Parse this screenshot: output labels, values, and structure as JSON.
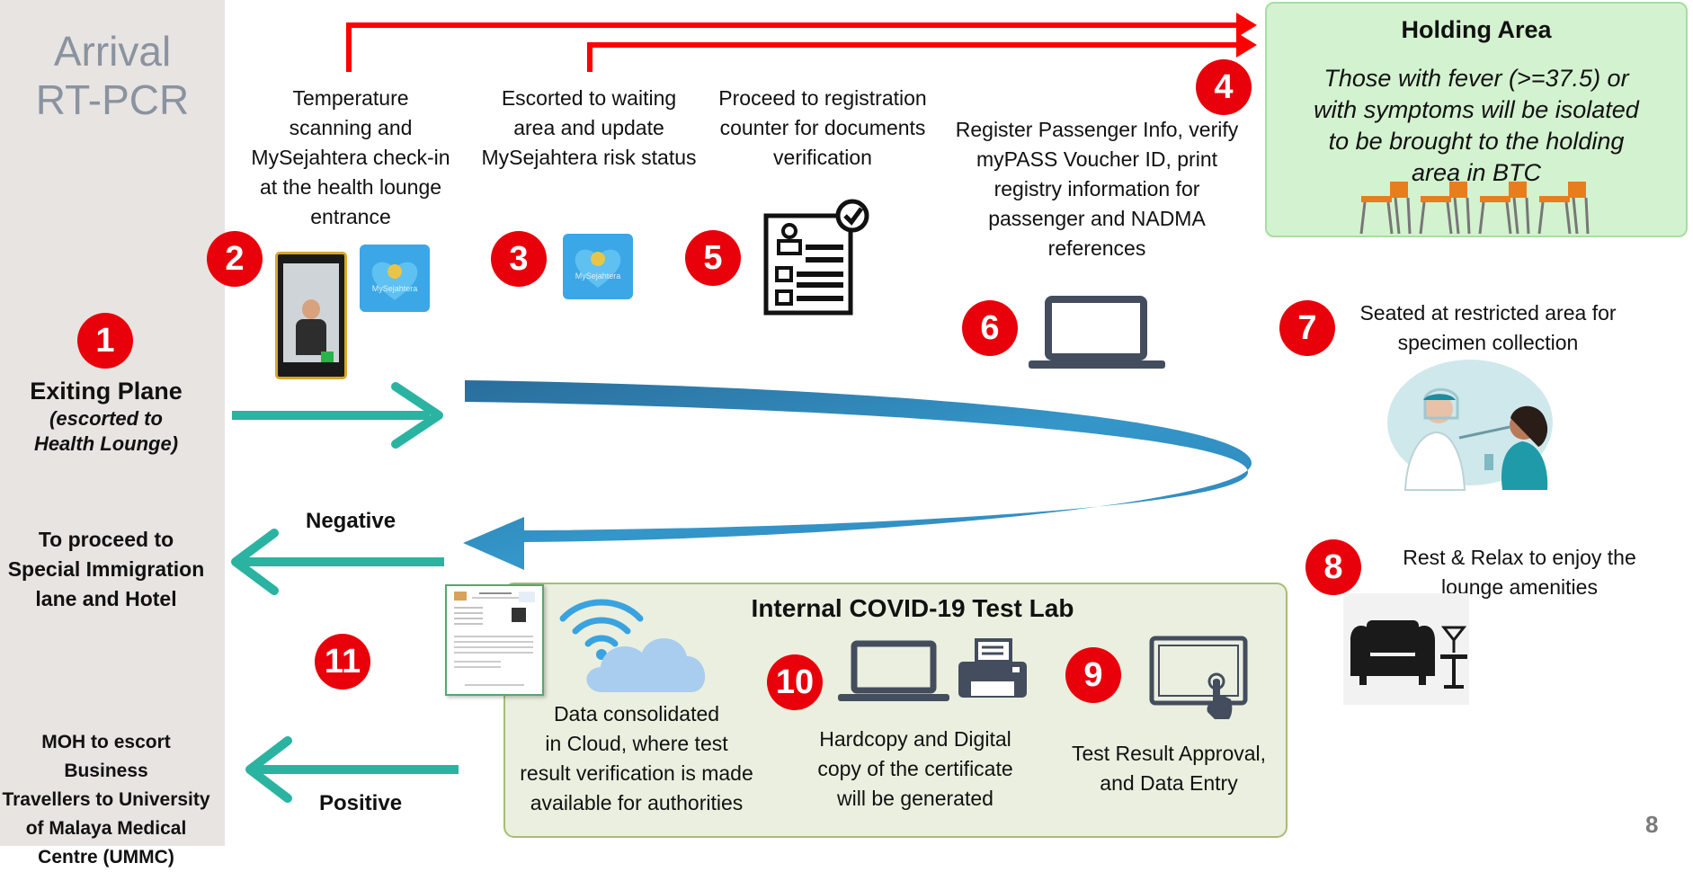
{
  "sidebar": {
    "title_line1": "Arrival",
    "title_line2": "RT-PCR",
    "exit": {
      "title": "Exiting Plane",
      "sub1": "(escorted to",
      "sub2": "Health Lounge)"
    },
    "negative_dest": {
      "line1": "To proceed to",
      "line2": "Special Immigration",
      "line3": "lane  and Hotel"
    },
    "positive_dest": {
      "line1": "MOH to escort Business",
      "line2": "Travellers to University",
      "line3": "of Malaya Medical",
      "line4": "Centre (UMMC)"
    }
  },
  "steps": {
    "s1": {
      "num": "1"
    },
    "s2": {
      "num": "2",
      "line1": "Temperature",
      "line2": "scanning and",
      "line3": "MySejahtera check-in",
      "line4": "at the health lounge",
      "line5": "entrance"
    },
    "s3": {
      "num": "3",
      "line1": "Escorted to waiting",
      "line2": "area and update",
      "line3": "MySejahtera risk status"
    },
    "s4": {
      "num": "4"
    },
    "s5": {
      "num": "5",
      "line1": "Proceed to registration",
      "line2": "counter for documents",
      "line3": "verification"
    },
    "s6": {
      "num": "6",
      "line1": "Register Passenger Info, verify",
      "line2": "myPASS Voucher ID, print",
      "line3": "registry information for",
      "line4": "passenger and NADMA",
      "line5": "references"
    },
    "s7": {
      "num": "7",
      "line1": "Seated at restricted area for",
      "line2": "specimen collection"
    },
    "s8": {
      "num": "8",
      "line1": "Rest & Relax to enjoy the",
      "line2": "lounge amenities"
    },
    "s9": {
      "num": "9",
      "line1": "Test Result Approval,",
      "line2": "and Data Entry"
    },
    "s10": {
      "num": "10",
      "line1": "Hardcopy and Digital",
      "line2": "copy of the certificate",
      "line3": "will be generated"
    },
    "s11": {
      "num": "11",
      "line1": "Data consolidated",
      "line2": "in Cloud, where test",
      "line3": "result verification is made",
      "line4": "available for authorities"
    }
  },
  "holding_area": {
    "title": "Holding Area",
    "line1": "Those with fever (>=37.5) or",
    "line2": "with symptoms will be isolated",
    "line3": "to be brought to the holding",
    "line4": "area in BTC"
  },
  "lab": {
    "title": "Internal COVID-19 Test Lab"
  },
  "labels": {
    "negative": "Negative",
    "positive": "Positive"
  },
  "app_label": "MySejahtera",
  "page_number": "8",
  "colors": {
    "step_red": "#e8000b",
    "arrow_teal": "#2bb3a2",
    "flow_blue": "#2e84b6",
    "alert_red": "#ff0000",
    "holding_bg": "#d3f2cf",
    "lab_bg": "#ebefdf"
  }
}
